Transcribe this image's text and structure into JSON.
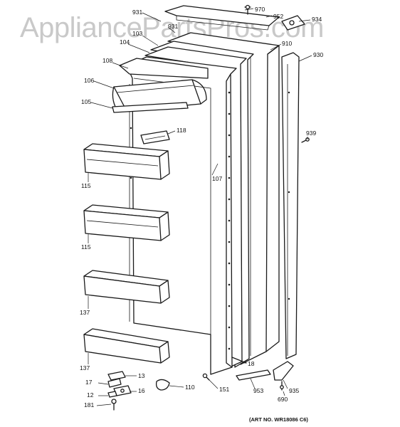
{
  "watermark": "AppliancePartsPros.com",
  "art_number": "(ART NO. WR18086 C6)",
  "callouts": {
    "c931a": "931",
    "c970": "970",
    "c952": "952",
    "c934": "934",
    "c103": "103",
    "c931b": "931",
    "c104": "104",
    "c910": "910",
    "c930": "930",
    "c108": "108",
    "c106": "106",
    "c105": "105",
    "c118": "118",
    "c939": "939",
    "c115a": "115",
    "c107": "107",
    "c115b": "115",
    "c137a": "137",
    "c137b": "137",
    "c18": "18",
    "c13": "13",
    "c17": "17",
    "c16": "16",
    "c110": "110",
    "c151": "151",
    "c953": "953",
    "c935": "935",
    "c12": "12",
    "c690": "690",
    "c181": "181"
  }
}
